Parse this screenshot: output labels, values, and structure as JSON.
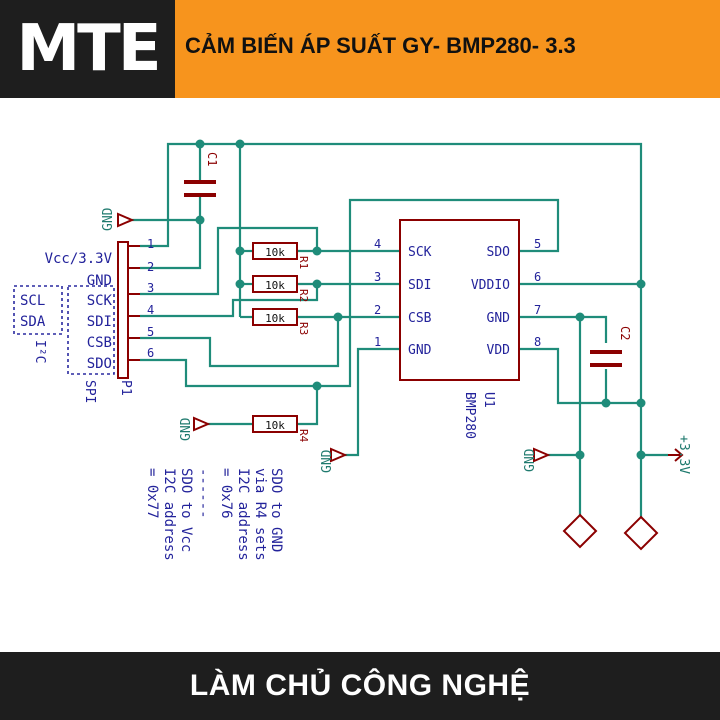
{
  "header": {
    "logo": "MTE",
    "title": "CẢM BIẾN ÁP SUẤT GY- BMP280- 3.3"
  },
  "footer": {
    "text": "LÀM CHỦ CÔNG NGHỆ"
  },
  "schematic": {
    "connector": {
      "ref": "P1",
      "pins": [
        "1",
        "2",
        "3",
        "4",
        "5",
        "6"
      ],
      "labels": [
        "Vcc/3.3V",
        "GND",
        "SCK",
        "SDI",
        "CSB",
        "SDO"
      ],
      "i2c_group": [
        "SCL",
        "SDA"
      ],
      "i2c_label": "I²C",
      "spi_label": "SPI"
    },
    "capacitors": {
      "c1": "C1",
      "c2": "C2"
    },
    "resistors": {
      "r1": {
        "ref": "R1",
        "value": "10k"
      },
      "r2": {
        "ref": "R2",
        "value": "10k"
      },
      "r3": {
        "ref": "R3",
        "value": "10k"
      },
      "r4": {
        "ref": "R4",
        "value": "10k"
      }
    },
    "ic": {
      "ref": "U1",
      "part": "BMP280",
      "left_pins": [
        {
          "num": "4",
          "name": "SCK"
        },
        {
          "num": "3",
          "name": "SDI"
        },
        {
          "num": "2",
          "name": "CSB"
        },
        {
          "num": "1",
          "name": "GND"
        }
      ],
      "right_pins": [
        {
          "num": "5",
          "name": "SDO"
        },
        {
          "num": "6",
          "name": "VDDIO"
        },
        {
          "num": "7",
          "name": "GND"
        },
        {
          "num": "8",
          "name": "VDD"
        }
      ]
    },
    "power": {
      "gnd": "GND",
      "vcc": "+3.3V"
    },
    "notes": {
      "gnd_note": [
        "SDO to GND",
        "via R4 sets",
        "I2C address",
        "= 0x76"
      ],
      "dash": "------",
      "vcc_note": [
        "SDO to Vcc",
        "I2C address",
        "= 0x77"
      ]
    }
  }
}
